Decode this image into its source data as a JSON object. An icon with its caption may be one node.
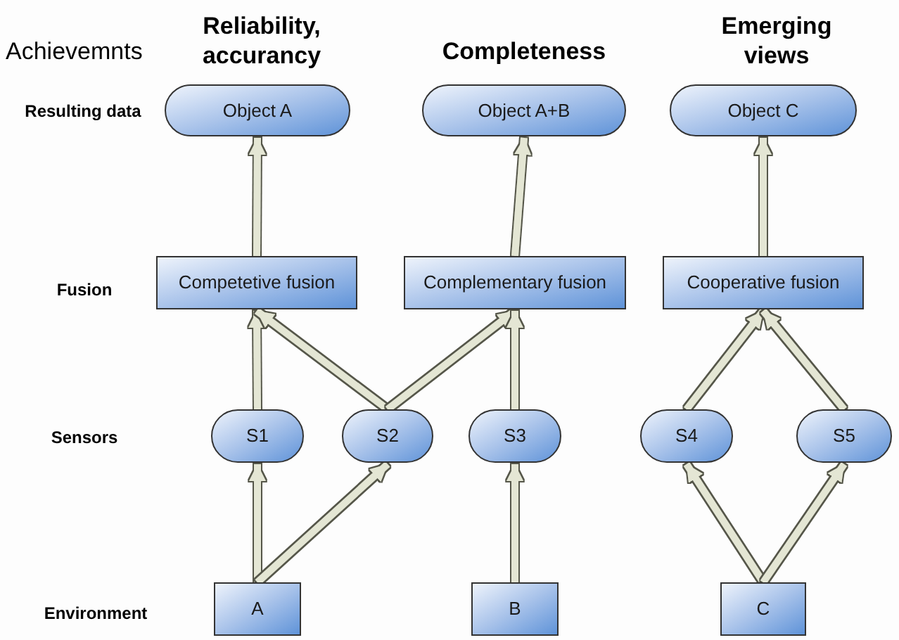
{
  "diagram": {
    "nodes": [
      {
        "text": [
          "Object A"
        ]
      },
      {
        "text": [
          "Object A+B"
        ]
      },
      {
        "text": [
          "Object C"
        ]
      },
      {
        "text": [
          "Competetive fusion"
        ]
      },
      {
        "text": [
          "Complementary fusion"
        ]
      },
      {
        "text": [
          "Cooperative fusion"
        ]
      },
      {
        "text": [
          "S1"
        ]
      },
      {
        "text": [
          "S2"
        ]
      },
      {
        "text": [
          "S3"
        ]
      },
      {
        "text": [
          "S4"
        ]
      },
      {
        "text": [
          "S5"
        ]
      },
      {
        "text": [
          "A"
        ]
      },
      {
        "text": [
          "B"
        ]
      },
      {
        "text": [
          "C"
        ]
      }
    ],
    "edges": [
      {
        "from": 11,
        "to": 6,
        "arrow": "to"
      },
      {
        "from": 11,
        "to": 7,
        "arrow": "to"
      },
      {
        "from": 12,
        "to": 8,
        "arrow": "to"
      },
      {
        "from": 13,
        "to": 9,
        "arrow": "to"
      },
      {
        "from": 13,
        "to": 10,
        "arrow": "to"
      },
      {
        "from": 6,
        "to": 3,
        "arrow": "to"
      },
      {
        "from": 7,
        "to": 3,
        "arrow": "to"
      },
      {
        "from": 7,
        "to": 4,
        "arrow": "to"
      },
      {
        "from": 8,
        "to": 4,
        "arrow": "to"
      },
      {
        "from": 9,
        "to": 5,
        "arrow": "to"
      },
      {
        "from": 10,
        "to": 5,
        "arrow": "to"
      },
      {
        "from": 3,
        "to": 0,
        "arrow": "to"
      },
      {
        "from": 4,
        "to": 1,
        "arrow": "to"
      },
      {
        "from": 5,
        "to": 2,
        "arrow": "to"
      }
    ],
    "labels": [
      "Achievemnts",
      "Reliability, accurancy",
      "Completeness",
      "Emerging views",
      "Resulting data",
      "Fusion",
      "Sensors",
      "Environment"
    ]
  }
}
